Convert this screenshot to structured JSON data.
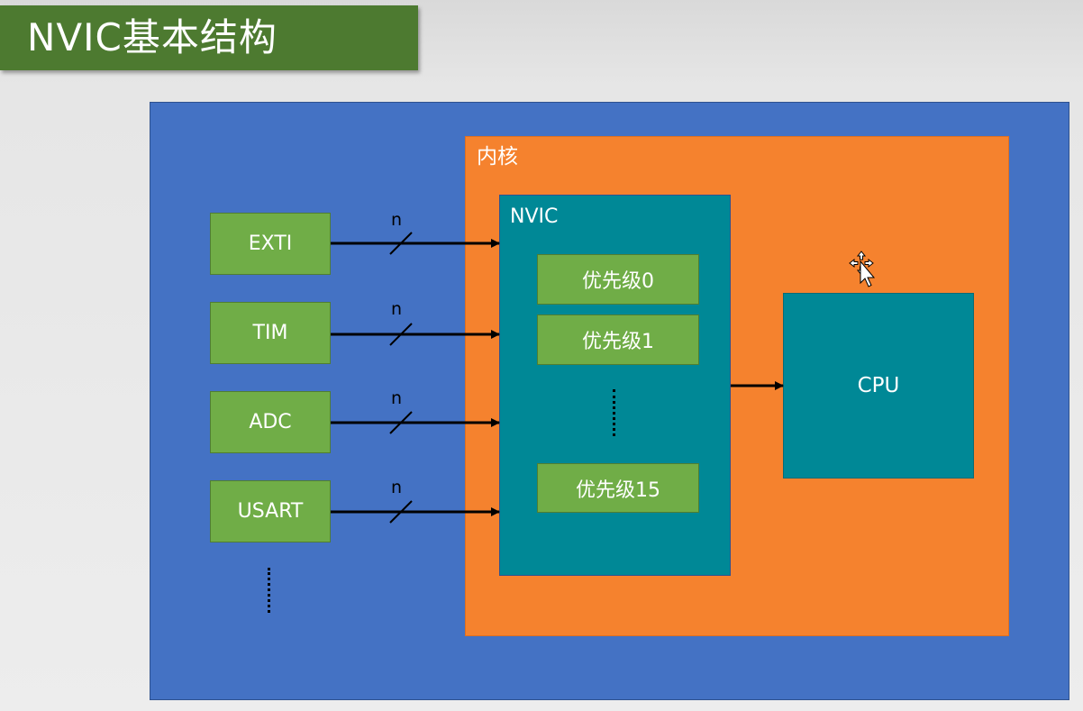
{
  "title": "NVIC基本结构",
  "core": {
    "label": "内核"
  },
  "nvic": {
    "label": "NVIC",
    "priorities": [
      "优先级0",
      "优先级1",
      "优先级15"
    ]
  },
  "cpu": {
    "label": "CPU"
  },
  "sources": [
    {
      "label": "EXTI",
      "bus": "n"
    },
    {
      "label": "TIM",
      "bus": "n"
    },
    {
      "label": "ADC",
      "bus": "n"
    },
    {
      "label": "USART",
      "bus": "n"
    }
  ],
  "colors": {
    "title_bg": "#4d7a30",
    "outer_bg": "#4472c4",
    "core_bg": "#f5822e",
    "nvic_bg": "#008896",
    "module_bg": "#70ad47"
  }
}
